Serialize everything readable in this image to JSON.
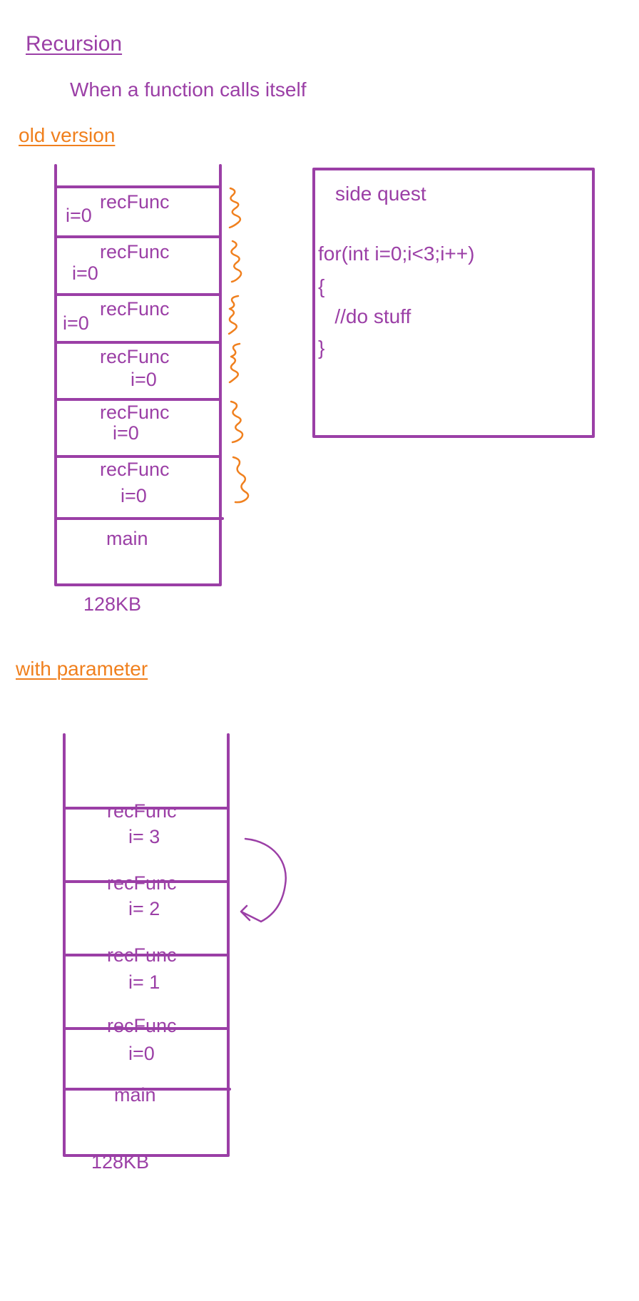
{
  "heading": "Recursion",
  "definition": "When a function calls itself",
  "old_version": {
    "heading": "old version",
    "frames": [
      {
        "func": "recFunc",
        "var": "i=0"
      },
      {
        "func": "recFunc",
        "var": "i=0"
      },
      {
        "func": "recFunc",
        "var": "i=0"
      },
      {
        "func": "recFunc",
        "var": "i=0"
      },
      {
        "func": "recFunc",
        "var": "i=0"
      },
      {
        "func": "recFunc",
        "var": "i=0"
      }
    ],
    "main_label": "main",
    "size_label": "128KB"
  },
  "side_quest": {
    "title": "side quest",
    "code_lines": [
      "for(int i=0;i<3;i++)",
      "{",
      "   //do stuff",
      "}"
    ]
  },
  "with_parameter": {
    "heading": "with parameter",
    "frames": [
      {
        "func": "recFunc",
        "var": "i= 3"
      },
      {
        "func": "recFunc",
        "var": "i= 2"
      },
      {
        "func": "recFunc",
        "var": "i= 1"
      },
      {
        "func": "recFunc",
        "var": "i=0"
      }
    ],
    "main_label": "main",
    "size_label": "128KB"
  },
  "colors": {
    "ink": "#9B3FA6",
    "accent": "#F0801E",
    "background": "#FFFFFF"
  }
}
